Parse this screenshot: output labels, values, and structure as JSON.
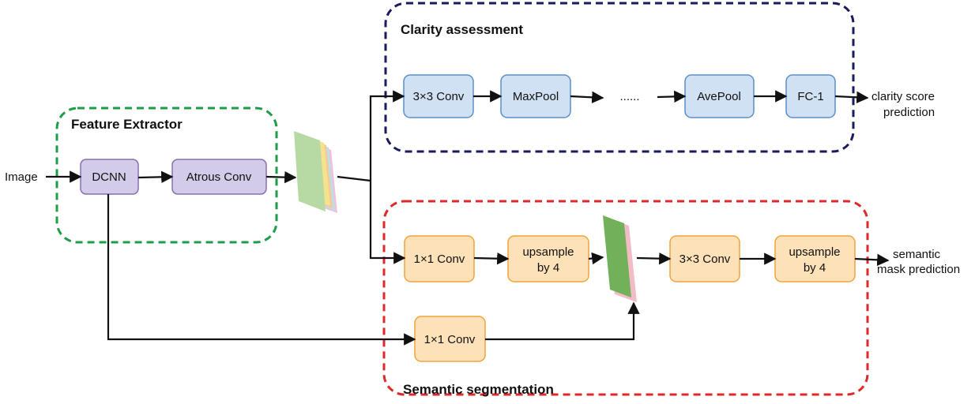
{
  "groups": {
    "feature": {
      "title": "Feature Extractor",
      "color": "#1e9c48"
    },
    "clarity": {
      "title": "Clarity assessment",
      "color": "#1a1a5e"
    },
    "semantic": {
      "title": "Semantic segmentation",
      "color": "#dc2a2a"
    }
  },
  "nodes": {
    "dcnn": "DCNN",
    "atrous": "Atrous Conv",
    "conv3_top": "3×3 Conv",
    "maxpool": "MaxPool",
    "dots": "......",
    "avepool": "AvePool",
    "fc": "FC-1",
    "conv1_a": "1×1 Conv",
    "upsample_a_1": "upsample",
    "upsample_a_2": "by 4",
    "conv3_bottom": "3×3 Conv",
    "upsample_b_1": "upsample",
    "upsample_b_2": "by 4",
    "conv1_b": "1×1 Conv"
  },
  "labels": {
    "input": "Image",
    "clarity_out_1": "clarity score",
    "clarity_out_2": "prediction",
    "semantic_out_1": "semantic",
    "semantic_out_2": "mask prediction"
  },
  "colors": {
    "purple_fill": "#d2cce8",
    "purple_stroke": "#8a6fb0",
    "blue_fill": "#cfe1f3",
    "blue_stroke": "#5b8fc6",
    "orange_fill": "#fde1b8",
    "orange_stroke": "#f0a43a"
  }
}
